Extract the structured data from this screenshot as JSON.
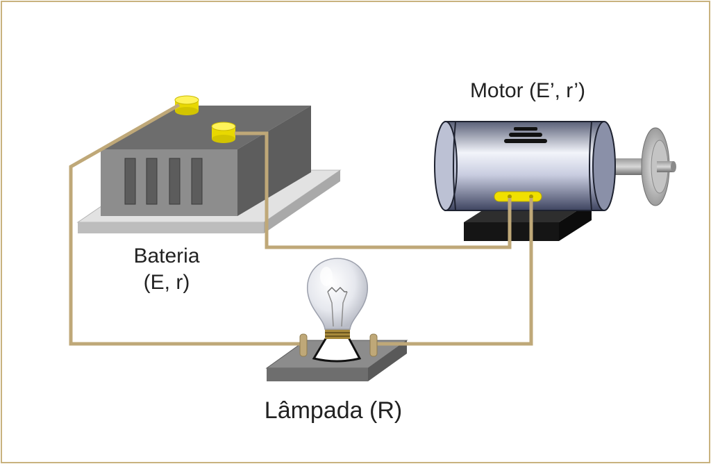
{
  "colors": {
    "frame": "#c8b27e",
    "wire": "#bfa878",
    "terminal": "#f0e000",
    "battery_body": "#8a8a8a",
    "base": "#cfcfcf",
    "motor_body": "#9aa2b8",
    "motor_stand": "#1a1a1a",
    "lamp_base": "#8c8c8c"
  },
  "components": {
    "motor": {
      "label": "Motor (E’, r’)"
    },
    "battery": {
      "label_line1": "Bateria",
      "label_line2": "(E, r)"
    },
    "lamp": {
      "label": "Lâmpada (R)"
    }
  }
}
